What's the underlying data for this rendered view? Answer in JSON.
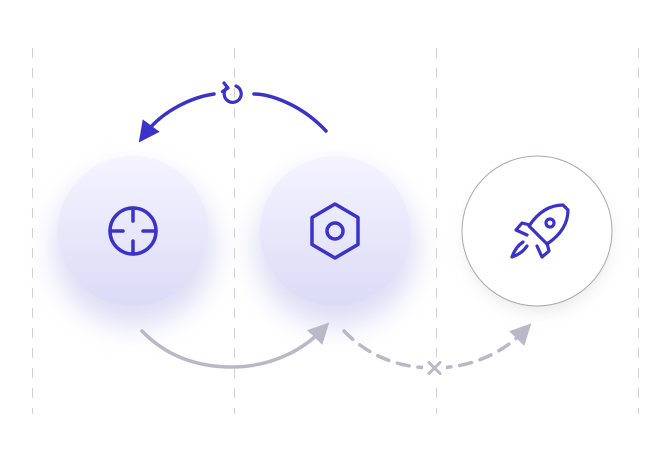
{
  "diagram": {
    "nodes": [
      {
        "id": "target",
        "icon": "crosshair-icon",
        "state": "active"
      },
      {
        "id": "settings",
        "icon": "hex-nut-icon",
        "state": "active"
      },
      {
        "id": "launch",
        "icon": "rocket-icon",
        "state": "inactive"
      }
    ],
    "edges": [
      {
        "from": "settings",
        "to": "target",
        "style": "solid",
        "marker": "refresh-icon",
        "color": "#3a32c9"
      },
      {
        "from": "target",
        "to": "settings",
        "style": "solid",
        "color": "#b9b8c8"
      },
      {
        "from": "settings",
        "to": "launch",
        "style": "dashed",
        "marker": "x-icon",
        "color": "#b9b8c8"
      }
    ],
    "colors": {
      "accent": "#3a32c9",
      "active_node_top": "#f4f3ff",
      "active_node_bottom": "#ddddf6",
      "inactive_node_fill": "#ffffff",
      "inactive_node_stroke": "#a9a9a9",
      "muted_arrow": "#b9b8c8",
      "grid_line": "#d2d2d2"
    }
  }
}
